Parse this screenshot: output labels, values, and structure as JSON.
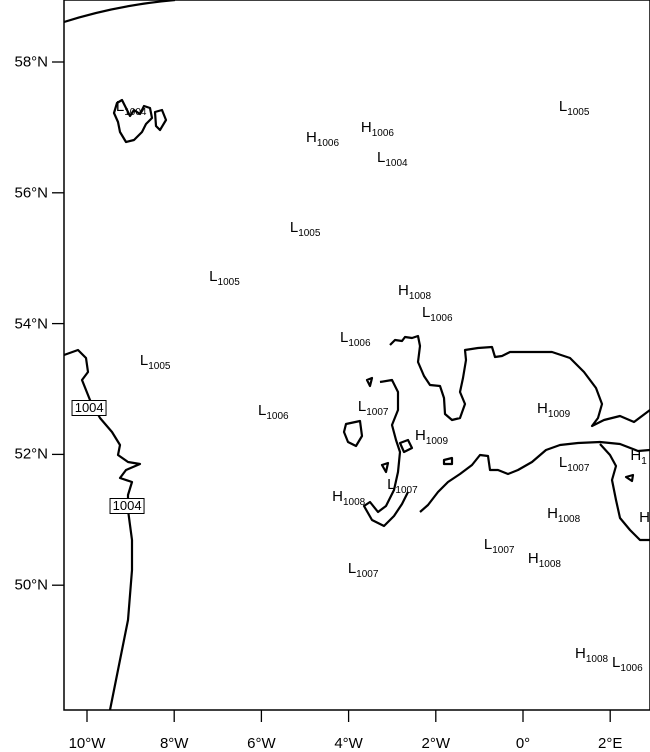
{
  "map": {
    "lat_ticks": [
      {
        "value": 58,
        "label": "58°N"
      },
      {
        "value": 56,
        "label": "56°N"
      },
      {
        "value": 54,
        "label": "54°N"
      },
      {
        "value": 52,
        "label": "52°N"
      },
      {
        "value": 50,
        "label": "50°N"
      }
    ],
    "lon_ticks": [
      {
        "value": -10,
        "label": "10°W"
      },
      {
        "value": -8,
        "label": "8°W"
      },
      {
        "value": -6,
        "label": "6°W"
      },
      {
        "value": -4,
        "label": "4°W"
      },
      {
        "value": -2,
        "label": "2°W"
      },
      {
        "value": 0,
        "label": "0°"
      },
      {
        "value": 2,
        "label": "2°E"
      }
    ],
    "extent": {
      "lon": [
        -10.53,
        2.9
      ],
      "lat": [
        48.6,
        58.95
      ]
    },
    "pressure_labels": [
      {
        "type": "L",
        "value": "1004",
        "lon": -9.2,
        "lat": 57.31
      },
      {
        "type": "H",
        "value": "1006",
        "lon": -4.84,
        "lat": 56.84
      },
      {
        "type": "H",
        "value": "1006",
        "lon": -3.58,
        "lat": 56.99
      },
      {
        "type": "L",
        "value": "1004",
        "lon": -3.21,
        "lat": 56.53
      },
      {
        "type": "L",
        "value": "1005",
        "lon": 0.96,
        "lat": 57.31
      },
      {
        "type": "L",
        "value": "1005",
        "lon": -5.21,
        "lat": 55.46
      },
      {
        "type": "L",
        "value": "1005",
        "lon": -7.06,
        "lat": 54.71
      },
      {
        "type": "H",
        "value": "1008",
        "lon": -2.73,
        "lat": 54.5
      },
      {
        "type": "L",
        "value": "1006",
        "lon": -2.18,
        "lat": 54.16
      },
      {
        "type": "L",
        "value": "1006",
        "lon": -4.06,
        "lat": 53.78
      },
      {
        "type": "L",
        "value": "1005",
        "lon": -8.65,
        "lat": 53.43
      },
      {
        "type": "L",
        "value": "1006",
        "lon": -5.94,
        "lat": 52.66
      },
      {
        "type": "L",
        "value": "1007",
        "lon": -3.65,
        "lat": 52.72
      },
      {
        "type": "H",
        "value": "1009",
        "lon": -2.34,
        "lat": 52.28
      },
      {
        "type": "H",
        "value": "1009",
        "lon": 0.46,
        "lat": 52.69
      },
      {
        "type": "H",
        "value": "1",
        "lon": 2.6,
        "lat": 51.97
      },
      {
        "type": "L",
        "value": "1007",
        "lon": 0.96,
        "lat": 51.87
      },
      {
        "type": "H",
        "value": "1008",
        "lon": -4.24,
        "lat": 51.35
      },
      {
        "type": "L",
        "value": "1007",
        "lon": -2.98,
        "lat": 51.53
      },
      {
        "type": "H",
        "value": "1008",
        "lon": 0.69,
        "lat": 51.09
      },
      {
        "type": "H",
        "value": "",
        "lon": 2.8,
        "lat": 51.03
      },
      {
        "type": "L",
        "value": "1007",
        "lon": -0.76,
        "lat": 50.61
      },
      {
        "type": "H",
        "value": "1008",
        "lon": 0.25,
        "lat": 50.4
      },
      {
        "type": "L",
        "value": "1007",
        "lon": -3.88,
        "lat": 50.25
      },
      {
        "type": "H",
        "value": "1008",
        "lon": 1.33,
        "lat": 48.95
      },
      {
        "type": "L",
        "value": "1006",
        "lon": 2.18,
        "lat": 48.81
      }
    ],
    "contour_labels": [
      {
        "value": "1004",
        "lon": -9.95,
        "lat": 52.71
      },
      {
        "value": "1004",
        "lon": -9.08,
        "lat": 51.21
      }
    ]
  }
}
